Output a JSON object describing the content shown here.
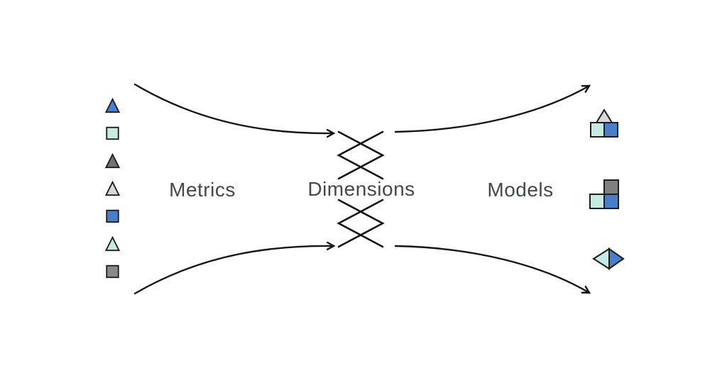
{
  "diagram": {
    "background": "#ffffff",
    "labels": {
      "metrics": "Metrics",
      "dimensions": "Dimensions",
      "models": "Models"
    },
    "colors": {
      "background": "#ffffff",
      "blue": "#4a7dca",
      "cyan": "#c7eae3",
      "light_gray": "#d8d8d8",
      "dark_gray": "#6f7173",
      "mid_gray": "#8a8a8a",
      "slate_gray": "#7e8080",
      "outline": "#1d1d1d",
      "arrow": "#161616",
      "text": "#43484b"
    },
    "metric_shapes": [
      {
        "name": "blue-triangle",
        "type": "triangle",
        "color": "blue"
      },
      {
        "name": "cyan-square",
        "type": "square",
        "color": "cyan"
      },
      {
        "name": "dark-gray-triangle",
        "type": "triangle",
        "color": "dark_gray"
      },
      {
        "name": "light-gray-triangle",
        "type": "triangle",
        "color": "light_gray"
      },
      {
        "name": "blue-square",
        "type": "square",
        "color": "blue"
      },
      {
        "name": "cyan-triangle",
        "type": "triangle",
        "color": "cyan"
      },
      {
        "name": "gray-square",
        "type": "square",
        "color": "mid_gray"
      }
    ],
    "crossover_symbols": [
      "crossover-top",
      "crossover-bottom"
    ],
    "flow_arrows": [
      "top-left-to-center",
      "center-to-top-right",
      "bottom-left-to-center",
      "center-to-bottom-right"
    ],
    "models": [
      {
        "name": "house-model",
        "parts": [
          "light-gray-triangle",
          "cyan-square",
          "blue-square"
        ]
      },
      {
        "name": "block-stack-model",
        "parts": [
          "gray-square",
          "cyan-square",
          "blue-square"
        ]
      },
      {
        "name": "split-diamond-model",
        "parts": [
          "cyan-left-half",
          "blue-right-half"
        ]
      }
    ]
  }
}
